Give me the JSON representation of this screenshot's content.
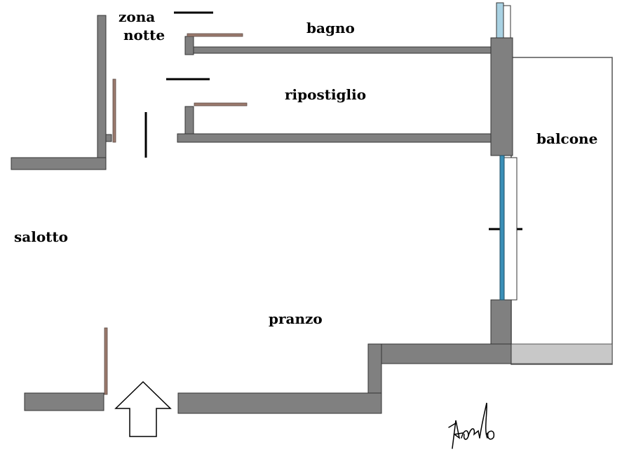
{
  "plan": {
    "rooms": {
      "zona_notte_line1": "zona",
      "zona_notte_line2": "notte",
      "bagno": "bagno",
      "ripostiglio": "ripostiglio",
      "balcone": "balcone",
      "salotto": "salotto",
      "pranzo": "pranzo"
    }
  },
  "colors": {
    "wall": "#808080",
    "wall_outline": "#333333",
    "door": "#9b7a6d",
    "glass": "#3a8fb7",
    "balcony_floor": "#c8c8c8"
  }
}
